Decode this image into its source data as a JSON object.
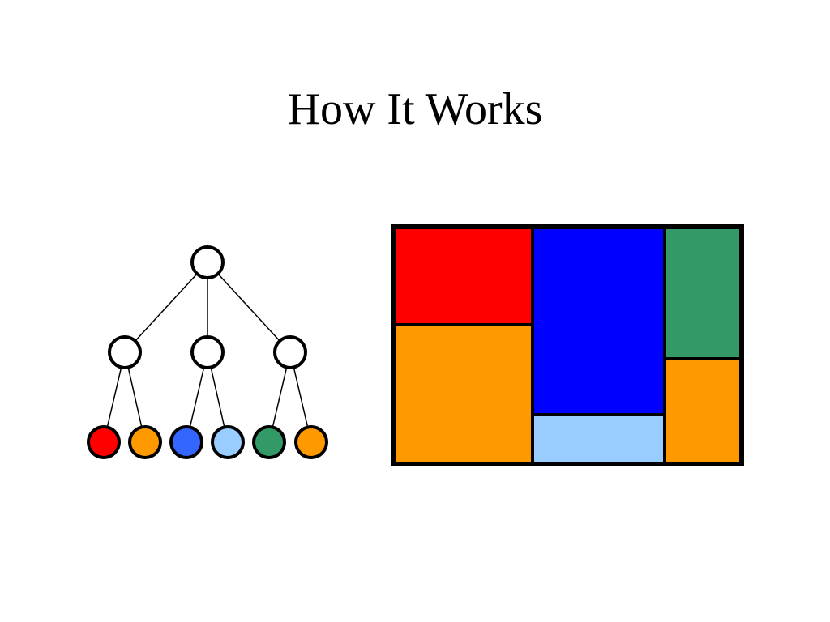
{
  "slide": {
    "title": "How It Works"
  },
  "tree": {
    "root": {
      "id": "root",
      "color": "#ffffff"
    },
    "children": [
      {
        "id": "left",
        "color": "#ffffff",
        "leaves": [
          {
            "id": "leaf-red",
            "color": "#ff0000"
          },
          {
            "id": "leaf-orange-1",
            "color": "#ff9900"
          }
        ]
      },
      {
        "id": "middle",
        "color": "#ffffff",
        "leaves": [
          {
            "id": "leaf-blue",
            "color": "#3366ff"
          },
          {
            "id": "leaf-light-blue",
            "color": "#99ccff"
          }
        ]
      },
      {
        "id": "right",
        "color": "#ffffff",
        "leaves": [
          {
            "id": "leaf-green",
            "color": "#339966"
          },
          {
            "id": "leaf-orange-2",
            "color": "#ff9900"
          }
        ]
      }
    ]
  },
  "treemap": {
    "colors": {
      "red": "#ff0000",
      "orange": "#ff9900",
      "blue": "#0000ff",
      "light_blue": "#99ccff",
      "green": "#339966",
      "border": "#000000"
    }
  }
}
